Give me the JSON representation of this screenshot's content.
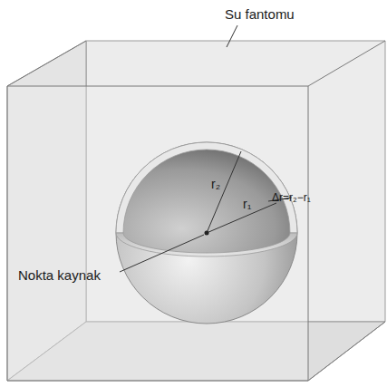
{
  "diagram": {
    "labels": [
      "Su fantomu",
      "r₂",
      "r₁",
      "Δr=r₂−r₁",
      "Nokta kaynak"
    ]
  }
}
